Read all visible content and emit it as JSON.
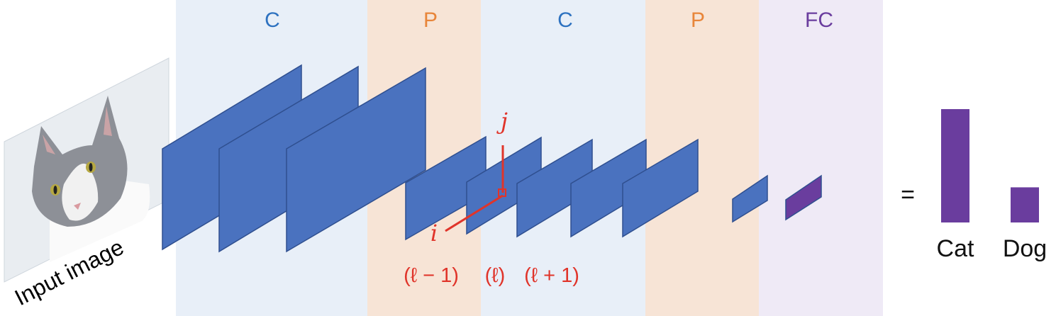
{
  "bands": [
    {
      "label": "C",
      "color": "#2e72c0",
      "fill": "#e8eff8"
    },
    {
      "label": "P",
      "color": "#e8853a",
      "fill": "#f7e4d6"
    },
    {
      "label": "C",
      "color": "#2e72c0",
      "fill": "#e8eff8"
    },
    {
      "label": "P",
      "color": "#e8853a",
      "fill": "#f7e4d6"
    },
    {
      "label": "FC",
      "color": "#6a3d9e",
      "fill": "#efeaf6"
    }
  ],
  "input_label": "Input image",
  "input_image_icon": "cat-photo",
  "annotations": {
    "j": "j",
    "i": "i",
    "layer_prev": "(ℓ − 1)",
    "layer_cur": "(ℓ)",
    "layer_next": "(ℓ + 1)",
    "color": "#e0342a"
  },
  "layer_color": "#4a72bf",
  "fc_color": "#6a3d9e",
  "output": {
    "equals": "=",
    "bar_color": "#6a3d9e",
    "classes": [
      {
        "label": "Cat",
        "value": 1.0
      },
      {
        "label": "Dog",
        "value": 0.31
      }
    ]
  }
}
